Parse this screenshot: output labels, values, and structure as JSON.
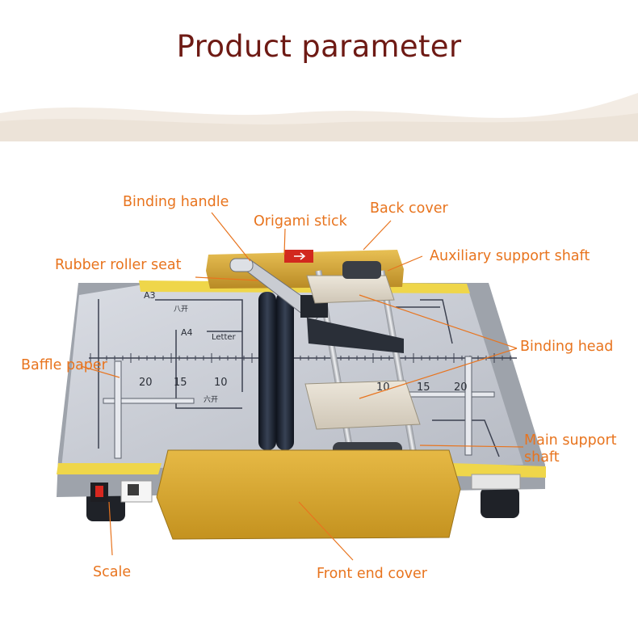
{
  "title": "Product parameter",
  "colors": {
    "title": "#6e1a14",
    "label": "#e8741e",
    "header_band": "#f3ece4",
    "machine_yellow": "#d8a63a",
    "plate_gray": "#c9ccd3",
    "roller_black": "#1e2430"
  },
  "labels": {
    "binding_handle": "Binding handle",
    "origami_stick": "Origami stick",
    "back_cover": "Back cover",
    "rubber_roller_seat": "Rubber roller seat",
    "auxiliary_support_shaft": "Auxiliary support shaft",
    "binding_head": "Binding head",
    "baffle_paper": "Baffle paper",
    "main_support_shaft_1": "Main support",
    "main_support_shaft_2": "shaft",
    "scale": "Scale",
    "front_end_cover": "Front end cover"
  },
  "plate_markings": {
    "a3": "A3",
    "a4": "A4",
    "letter": "Letter",
    "cn_8": "八开",
    "cn_6": "六开",
    "left_20": "20",
    "left_15": "15",
    "left_10": "10",
    "right_10": "10",
    "right_15": "15",
    "right_20": "20"
  }
}
